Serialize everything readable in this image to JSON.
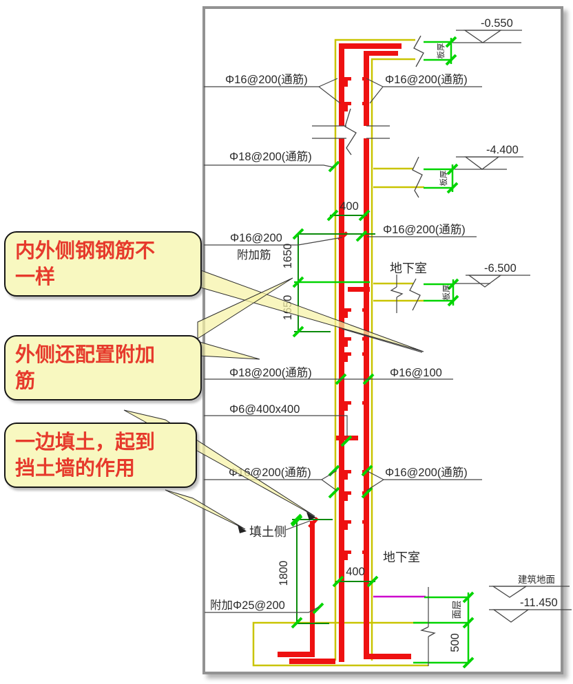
{
  "callouts": [
    {
      "lines": [
        "内外侧钢钢筋不",
        "一样"
      ]
    },
    {
      "lines": [
        "外侧还配置附加",
        "筋"
      ]
    },
    {
      "lines": [
        "一边填土，起到",
        "挡土墙的作用"
      ]
    }
  ],
  "labels": {
    "left_top": "Φ16@200(通筋)",
    "right_top": "Φ16@200(通筋)",
    "left_mid_18": "Φ18@200(通筋)",
    "addl_16": "Φ16@200",
    "addl_16_sub": "附加筋",
    "right_mid_16": "Φ16@200(通筋)",
    "basement_upper": "地下室",
    "left_low_18": "Φ18@200(通筋)",
    "right_16_100": "Φ16@100",
    "mesh": "Φ6@400x400",
    "left_low_16": "Φ16@200(通筋)",
    "right_low_16": "Φ16@200(通筋)",
    "fill_side": "填土侧",
    "basement_lower": "地下室",
    "addl_25": "附加Φ25@200",
    "building_ground": "建筑地面"
  },
  "elevations": {
    "e1": "-0.550",
    "e2": "-4.400",
    "e3": "-6.500",
    "e4": "-11.450"
  },
  "dims": {
    "wall_top": "400",
    "wall_bottom": "400",
    "span_a": "1650",
    "span_b": "1650",
    "depth": "1800",
    "footing": "500"
  },
  "tags": {
    "slab_thickness": "板厚",
    "floor_finish": "面层"
  },
  "colors": {
    "rebar_red": "#ee1111",
    "outline_yellow": "#c9c400",
    "marker_green": "#00d400",
    "dim_green": "#0a8a0a",
    "finish_magenta": "#cc00cc",
    "callout_fill": "#f8f8c0",
    "callout_text": "#e63a2c"
  }
}
